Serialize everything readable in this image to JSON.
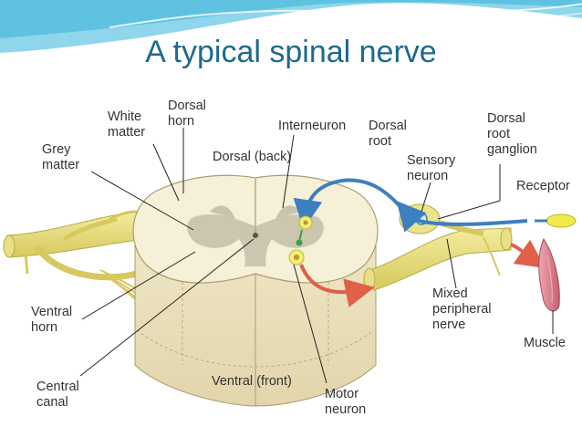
{
  "slide": {
    "title": "A typical spinal nerve",
    "colors": {
      "title": "#1d6a8e",
      "header_wave": "#5fc2e0",
      "cord_fill": "#f6f0d8",
      "grey_matter": "#c8c3ad",
      "nerve": "#e8df7c",
      "sensory_arrow": "#3d7fc1",
      "motor_arrow": "#e0604a",
      "muscle": "#d27a8a"
    }
  },
  "labels": {
    "dorsal_horn": [
      "Dorsal",
      "horn"
    ],
    "white_matter": [
      "White",
      "matter"
    ],
    "grey_matter": [
      "Grey",
      "matter"
    ],
    "interneuron": "Interneuron",
    "dorsal_root": [
      "Dorsal",
      "root"
    ],
    "dorsal_root_ganglion": [
      "Dorsal",
      "root",
      "ganglion"
    ],
    "sensory_neuron": [
      "Sensory",
      "neuron"
    ],
    "receptor": "Receptor",
    "dorsal_back": "Dorsal (back)",
    "ventral_horn": [
      "Ventral",
      "horn"
    ],
    "central_canal": [
      "Central",
      "canal"
    ],
    "ventral_front": "Ventral (front)",
    "motor_neuron": [
      "Motor",
      "neuron"
    ],
    "mixed_peripheral_nerve": [
      "Mixed",
      "peripheral",
      "nerve"
    ],
    "muscle": "Muscle"
  }
}
